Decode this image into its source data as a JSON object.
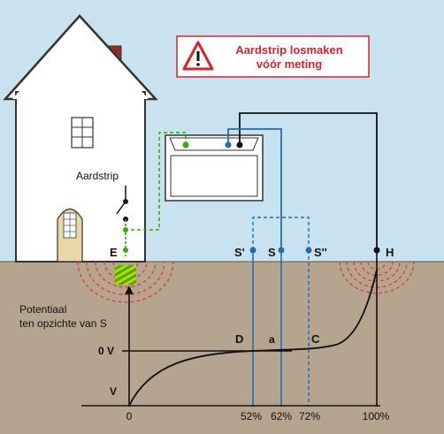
{
  "warning": {
    "line1": "Aardstrip losmaken",
    "line2": "vóór meting",
    "color": "#d8232a",
    "icon": "warning-triangle-icon"
  },
  "labels": {
    "aardstrip": "Aardstrip",
    "E": "E",
    "S_prime": "S'",
    "S": "S",
    "S_double_prime": "S''",
    "H": "H",
    "potential_line1": "Potentiaal",
    "potential_line2": "ten opzichte van S",
    "zero_v": "0 V",
    "v": "V",
    "D": "D",
    "a": "a",
    "C": "C",
    "x_zero": "0",
    "pct_52": "52%",
    "pct_62": "62%",
    "pct_72": "72%",
    "pct_100": "100%"
  },
  "colors": {
    "sky": "#c8e3ef",
    "ground": "#b5a48e",
    "green_wire": "#32b000",
    "blue_wire": "#1c6fb0",
    "black_wire": "#111111",
    "field_lines": "#e0403a"
  }
}
